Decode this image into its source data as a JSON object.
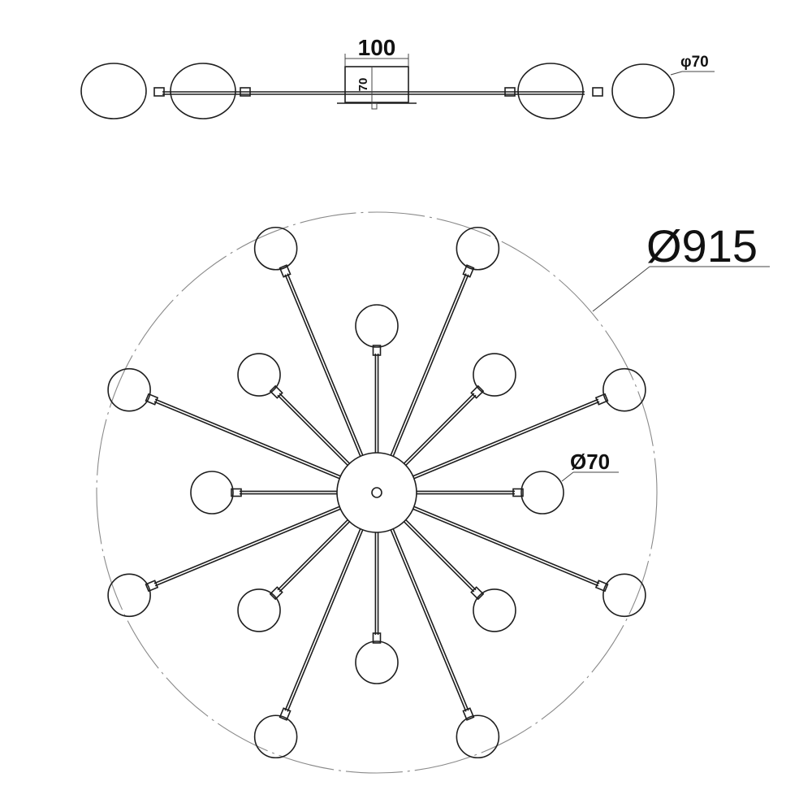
{
  "side_view": {
    "width_dimension": "100",
    "height_dimension": "70",
    "globe_dimension": "φ70"
  },
  "top_view": {
    "overall_diameter": "Ø915",
    "globe_diameter": "Ø70"
  }
}
